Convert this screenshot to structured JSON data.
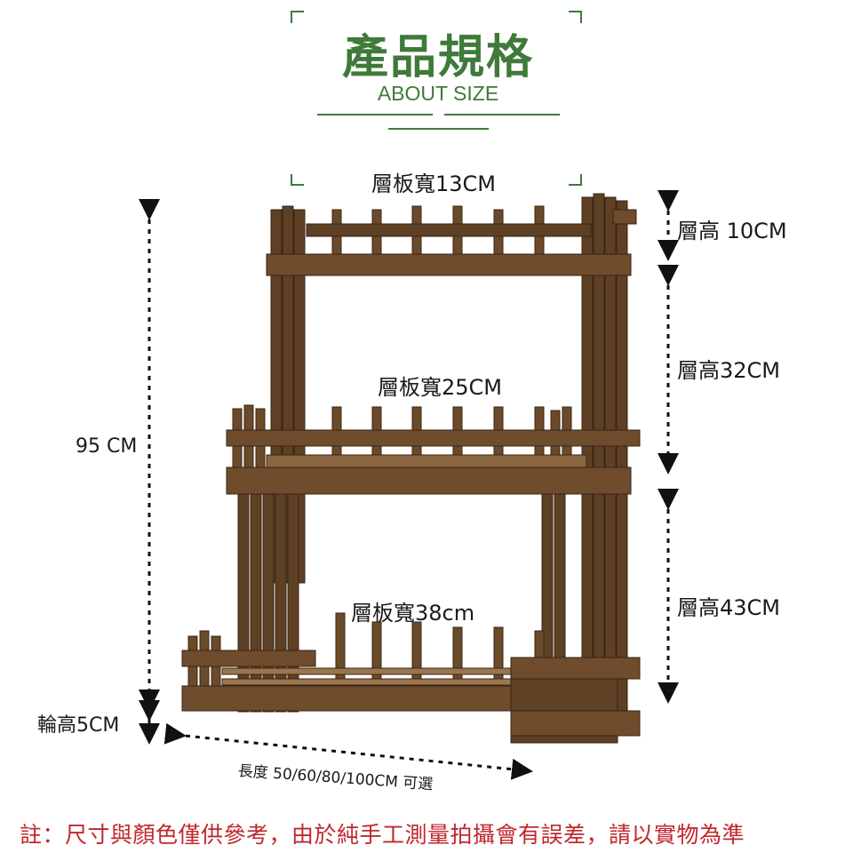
{
  "header": {
    "title": "產品規格",
    "subtitle": "ABOUT SIZE"
  },
  "dimensions": {
    "top_shelf_width": "層板寬13CM",
    "middle_shelf_width": "層板寬25CM",
    "bottom_shelf_width": "層板寬38cm",
    "tier_height_top": "層高 10CM",
    "tier_height_middle": "層高32CM",
    "tier_height_bottom": "層高43CM",
    "total_height": "95 CM",
    "wheel_height": "輪高5CM",
    "length": "長度 50/60/80/100CM 可選"
  },
  "note": "註：尺寸與顏色僅供參考，由於純手工測量拍攝會有誤差，請以實物為準",
  "colors": {
    "accent": "#3f7a3a",
    "wood": "#5e4024",
    "note": "#c0282d"
  }
}
